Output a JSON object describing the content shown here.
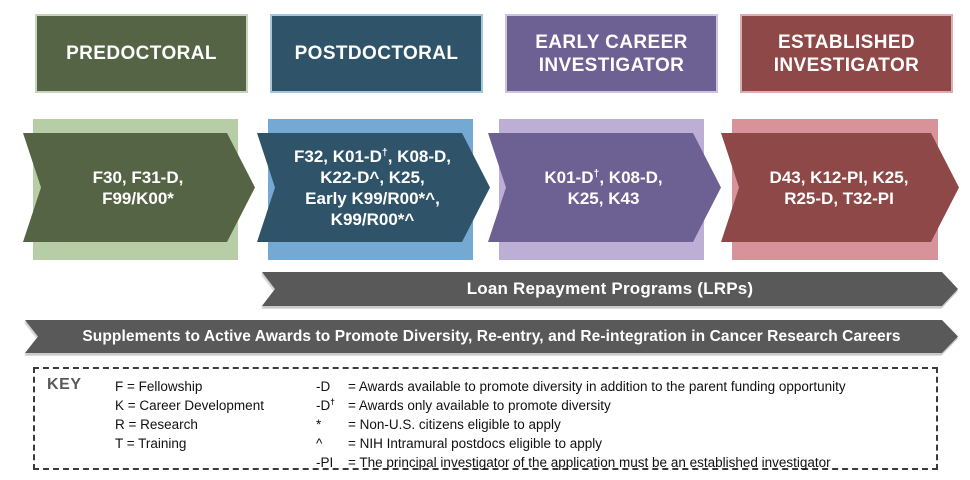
{
  "title": "NCI career stage funding programs diagram",
  "stages": [
    {
      "id": "predoctoral",
      "header": "PREDOCTORAL",
      "programs": "F30, F31-D,\nF99/K00*",
      "colors": {
        "dark": "#556445",
        "light": "#b7cda6"
      }
    },
    {
      "id": "postdoctoral",
      "header": "POSTDOCTORAL",
      "programs": "F32, K01-D†, K08-D,\nK22-D^, K25,\nEarly K99/R00*^,\nK99/R00*^",
      "colors": {
        "dark": "#2f5469",
        "light": "#74a9d4"
      }
    },
    {
      "id": "early-career-investigator",
      "header": "EARLY CAREER\nINVESTIGATOR",
      "programs": "K01-D†, K08-D,\nK25, K43",
      "colors": {
        "dark": "#6d6092",
        "light": "#bcaed5"
      }
    },
    {
      "id": "established-investigator",
      "header": "ESTABLISHED\nINVESTIGATOR",
      "programs": "D43, K12-PI, K25,\nR25-D, T32-PI",
      "colors": {
        "dark": "#8f4848",
        "light": "#d8939a"
      }
    }
  ],
  "banners": [
    {
      "id": "lrp",
      "label": "Loan Repayment Programs (LRPs)",
      "color": "#595959"
    },
    {
      "id": "supplements",
      "label": "Supplements to Active Awards to Promote Diversity, Re-entry, and Re-integration in Cancer Research Careers",
      "color": "#595959"
    }
  ],
  "key": {
    "title": "KEY",
    "letters": [
      "F = Fellowship",
      "K = Career Development",
      "R = Research",
      "T = Training"
    ],
    "symbols": [
      {
        "sym": "-D",
        "def": "= Awards available to promote diversity in addition to the parent funding opportunity"
      },
      {
        "sym": "-D†",
        "def": "= Awards only available to promote diversity"
      },
      {
        "sym": "*",
        "def": "= Non-U.S. citizens eligible to apply"
      },
      {
        "sym": "^",
        "def": "= NIH Intramural postdocs eligible to apply"
      },
      {
        "sym": "-PI",
        "def": "= The principal investigator of the application must be an established investigator"
      }
    ]
  }
}
